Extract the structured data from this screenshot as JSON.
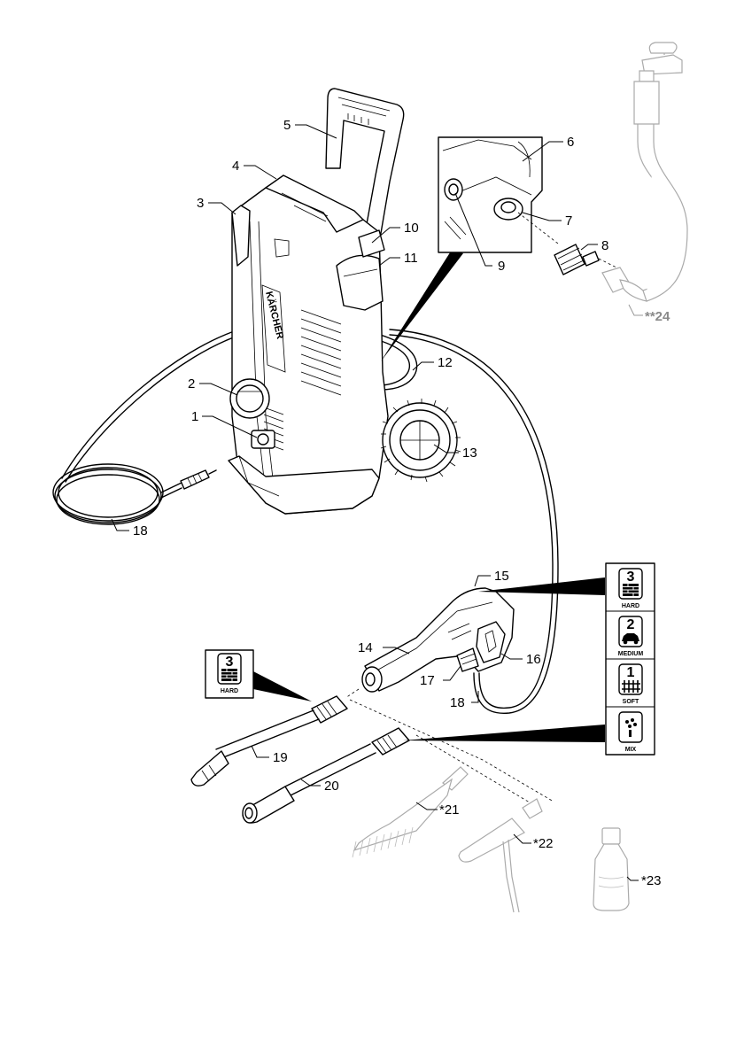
{
  "callouts": {
    "c1": "1",
    "c2": "2",
    "c3": "3",
    "c4": "4",
    "c5": "5",
    "c6": "6",
    "c7": "7",
    "c8": "8",
    "c9": "9",
    "c10": "10",
    "c11": "11",
    "c12": "12",
    "c13": "13",
    "c14": "14",
    "c15": "15",
    "c16": "16",
    "c17": "17",
    "c18a": "18",
    "c18b": "18",
    "c19": "19",
    "c20": "20",
    "c21": "*21",
    "c22": "*22",
    "c23": "*23",
    "c24": "**24"
  },
  "brand": {
    "logo_text": "KÄRCHER"
  },
  "pressure_badges": [
    {
      "number": "3",
      "label": "HARD",
      "icon": "brick-wall-icon"
    },
    {
      "number": "2",
      "label": "MEDIUM",
      "icon": "car-icon"
    },
    {
      "number": "1",
      "label": "SOFT",
      "icon": "fence-icon"
    },
    {
      "number": "",
      "label": "MIX",
      "icon": "detergent-icon"
    }
  ],
  "lance_badge": {
    "number": "3",
    "label": "HARD",
    "icon": "brick-wall-icon"
  },
  "colors": {
    "line": "#000000",
    "optional_accessory": "#8a8a8a",
    "background": "#ffffff"
  }
}
